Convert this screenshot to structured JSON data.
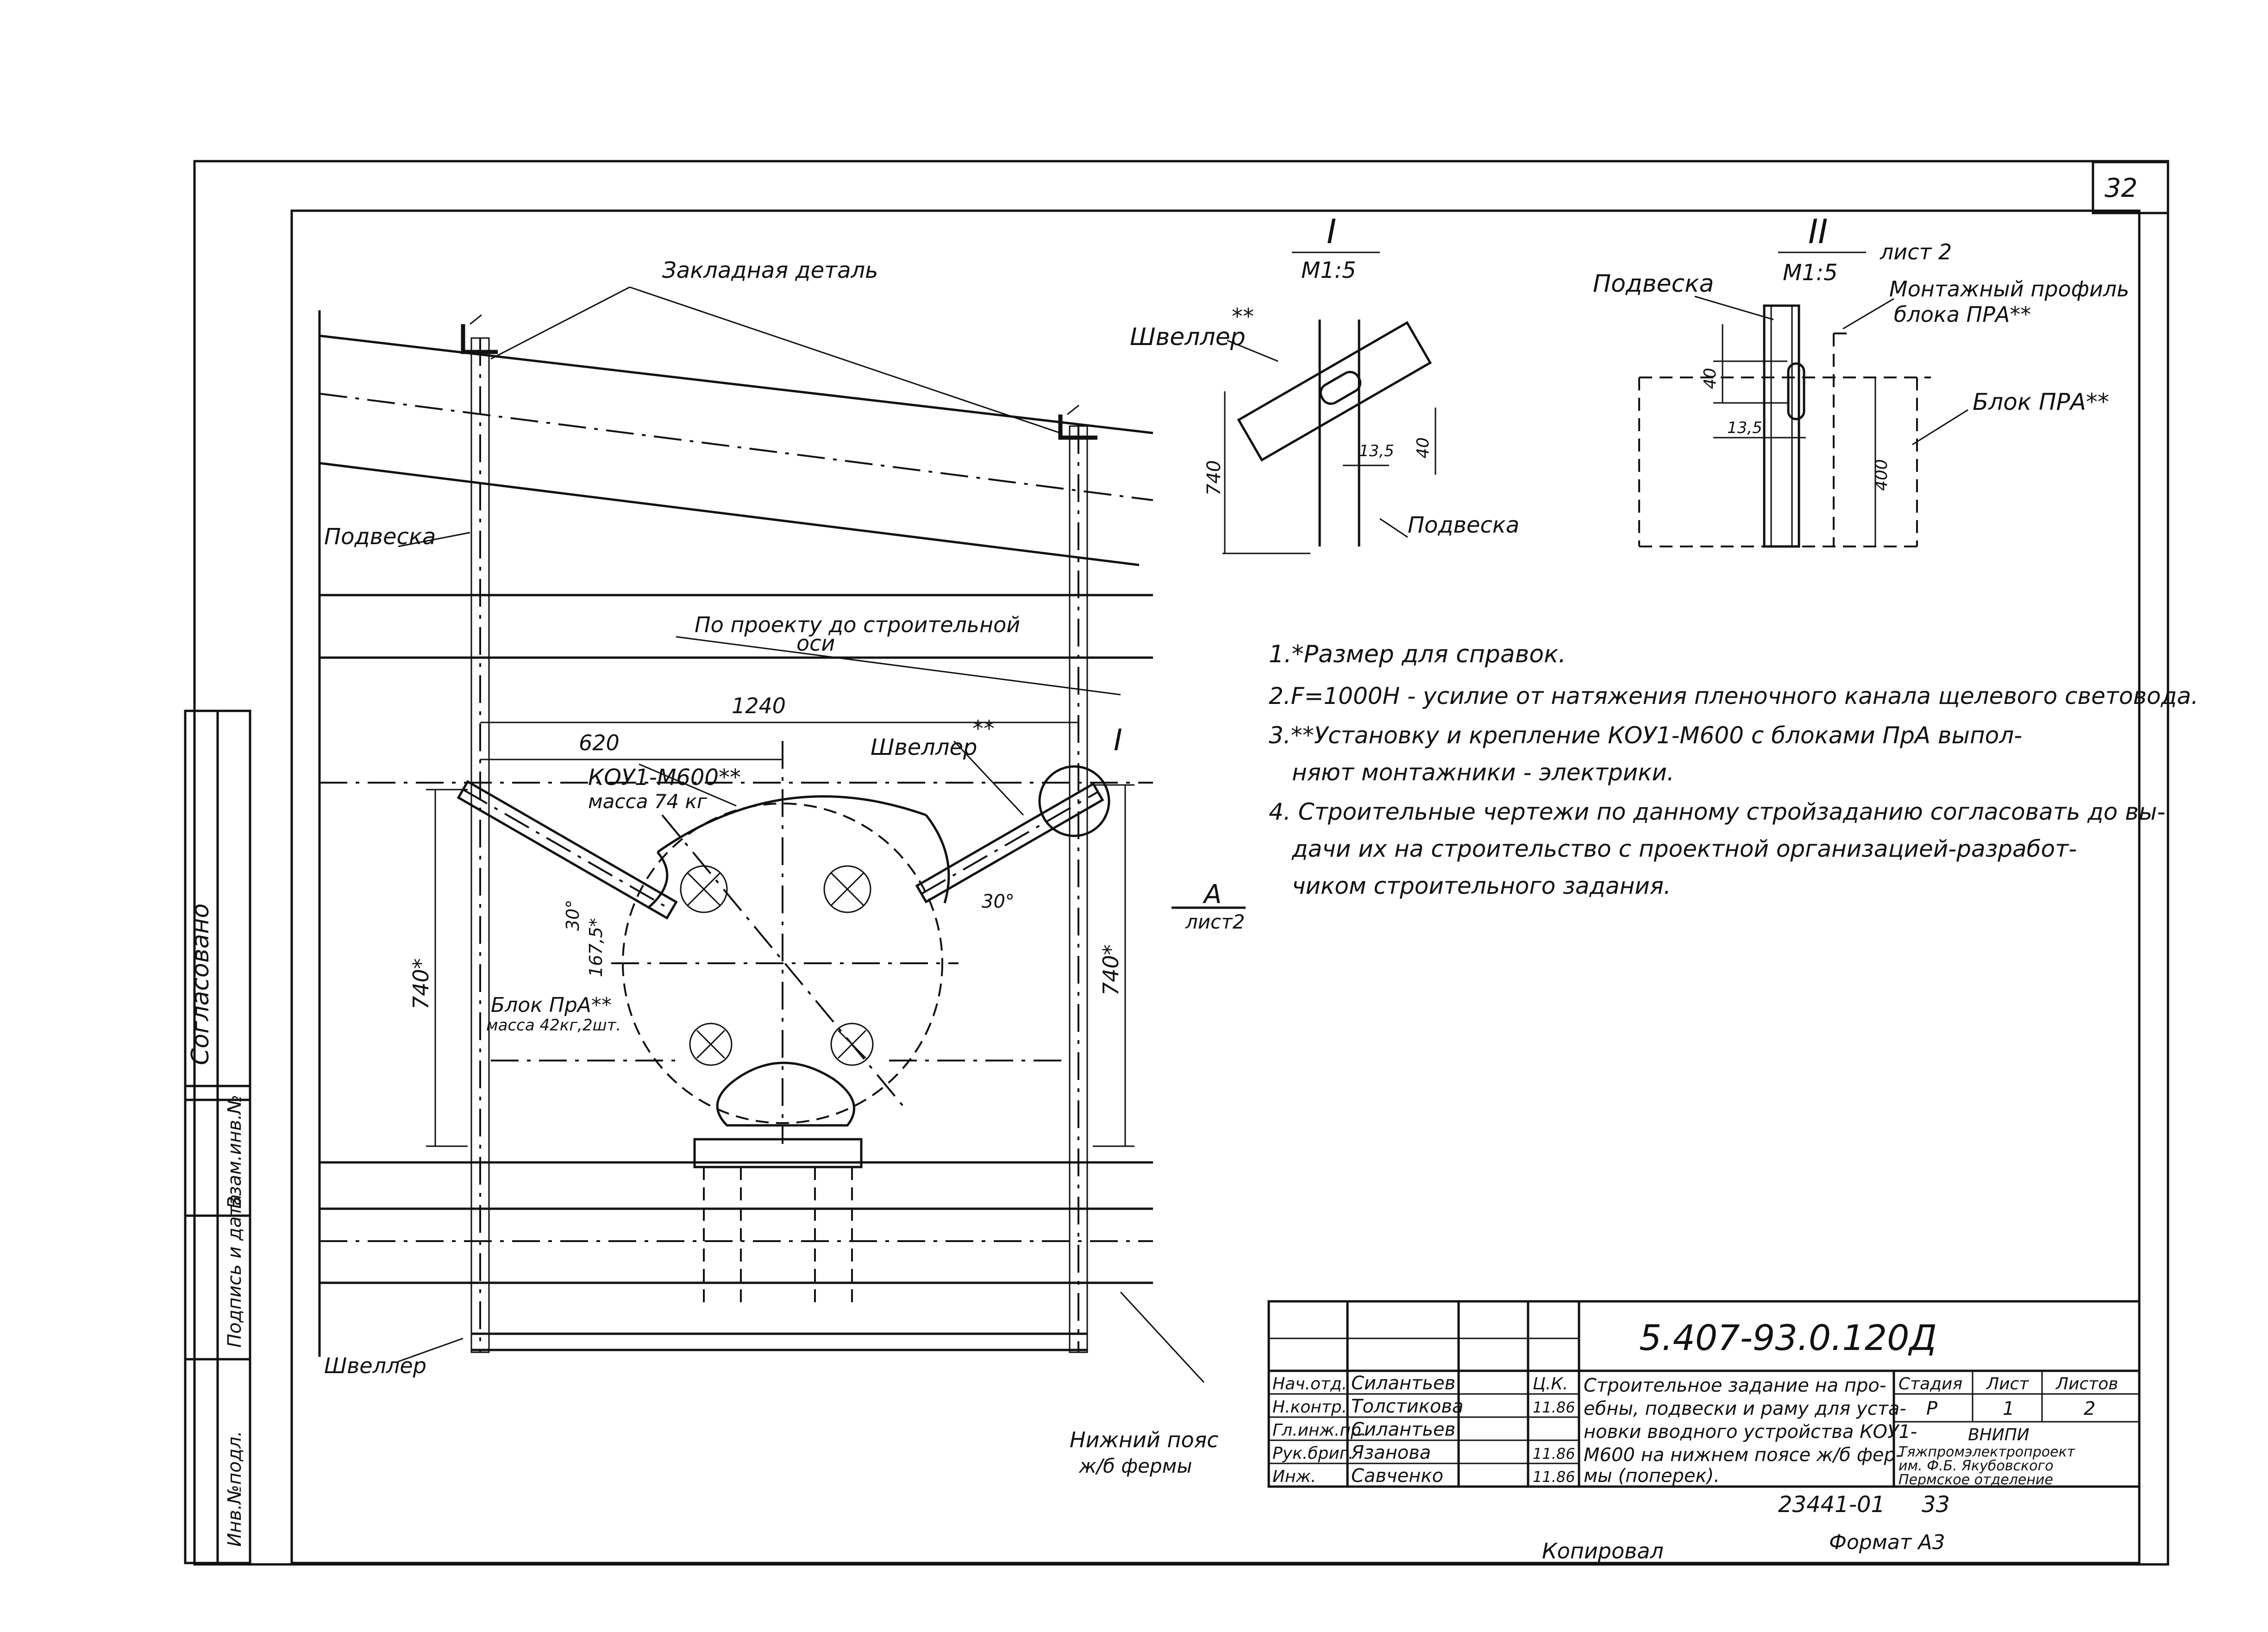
{
  "sheet_number": "32",
  "drawing": {
    "embedded_part": "Закладная деталь",
    "hanger_left": "Подвеска",
    "by_project": "По проекту до строительной",
    "by_project_2": "оси",
    "dim_1240": "1240",
    "dim_620": "620",
    "kou_label": "КОУ1-М600**",
    "kou_mass": "масса 74 кг",
    "channel_right": "Швеллер",
    "channel_right_mark": "**",
    "callout_I": "I",
    "view_A": "А",
    "view_A_sheet": "лист2",
    "dim_740_left": "740*",
    "dim_740_right": "740*",
    "angle_30_left": "30°",
    "angle_30_right": "30°",
    "dim_1675": "167,5*",
    "block_label": "Блок ПрА**",
    "block_mass": "масса 42кг,2шт.",
    "channel_bottom": "Швеллер",
    "lower_chord": "Нижний пояс",
    "lower_chord_2": "ж/б фермы"
  },
  "detail_I": {
    "title": "I",
    "scale": "М1:5",
    "channel": "Швеллер",
    "channel_mark": "**",
    "dim_740": "740",
    "dim_135": "13,5",
    "dim_40": "40",
    "hanger": "Подвеска"
  },
  "detail_II": {
    "title": "II",
    "scale": "М1:5",
    "sheet_ref": "лист 2",
    "hanger": "Подвеска",
    "profile": "Монтажный профиль",
    "profile_2": "блока ПРА**",
    "block": "Блок ПРА**",
    "dim_40": "40",
    "dim_135": "13,5",
    "dim_400": "400"
  },
  "notes": [
    "1.*Размер для справок.",
    "2.F=1000Н - усилие от натяжения пленочного канала щелевого световода.",
    "3.**Установку и крепление КОУ1-М600 с блоками ПрА выпол-",
    "няют монтажники - электрики.",
    "4. Строительные чертежи по данному стройзаданию согласовать до вы-",
    "дачи их на строительство с проектной организацией-разработ-",
    "чиком строительного задания."
  ],
  "side_stamp": {
    "agreed": "Согласовано",
    "cells": [
      "Инв.№подл.",
      "Подпись и дата",
      "Взам.инв.№"
    ]
  },
  "title_block": {
    "doc_code": "5.407-93.0.120Д",
    "rows": [
      {
        "role": "Нач.отд.",
        "name": "Силантьев",
        "date": ""
      },
      {
        "role": "Н.контр.",
        "name": "Толстикова",
        "date": "11.86"
      },
      {
        "role": "Гл.инж.пр.",
        "name": "Силантьев",
        "date": ""
      },
      {
        "role": "Рук.бриг.",
        "name": "Язанова",
        "date": "11.86"
      },
      {
        "role": "Инж.",
        "name": "Савченко",
        "date": "11.86"
      }
    ],
    "initials": "Ц.К.",
    "description": [
      "Строительное задание на про-",
      "ебны, подвески и раму для уста-",
      "новки вводного устройства КОУ1-",
      "М600 на нижнем поясе ж/б фер-",
      "мы (поперек)."
    ],
    "stage_label": "Стадия",
    "sheet_label": "Лист",
    "sheets_label": "Листов",
    "stage": "Р",
    "sheet": "1",
    "sheets": "2",
    "org": [
      "ВНИПИ",
      "Тяжпромэлектропроект",
      "им. Ф.Б. Якубовского",
      "Пермское отделение"
    ]
  },
  "footer": {
    "inv": "23441-01",
    "page": "33",
    "copied": "Копировал",
    "format": "Формат А3"
  }
}
